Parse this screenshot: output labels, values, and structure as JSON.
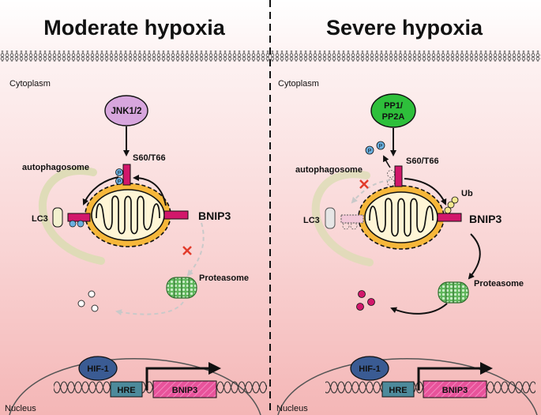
{
  "panels": [
    {
      "title": "Moderate hypoxia",
      "cytoplasm_label": "Cytoplasm",
      "kinase_label": [
        "JNK1/2"
      ],
      "site_label": "S60/T66",
      "autophagosome_label": "autophagosome",
      "lc3_label": "LC3",
      "bnip3_label": "BNIP3",
      "proteasome_label": "Proteasome",
      "hif_label": "HIF-1",
      "hre_label": "HRE",
      "gene_label": "BNIP3",
      "nucleus_label": "Nucleus"
    },
    {
      "title": "Severe hypoxia",
      "cytoplasm_label": "Cytoplasm",
      "kinase_label": [
        "PP1/",
        "PP2A"
      ],
      "site_label": "S60/T66",
      "autophagosome_label": "autophagosome",
      "lc3_label": "LC3",
      "bnip3_label": "BNIP3",
      "ub_label": "Ub",
      "proteasome_label": "Proteasome",
      "hif_label": "HIF-1",
      "hre_label": "HRE",
      "gene_label": "BNIP3",
      "nucleus_label": "Nucleus"
    }
  ],
  "phospho_symbol": "P",
  "colors": {
    "jnk": "#d7a6dd",
    "pp1": "#2ebf3b",
    "bnip3": "#d2176b",
    "mito_outer": "#f6b73a",
    "phospho": "#6ab0e0",
    "proteasome": "#6dbd6a",
    "hif": "#3a5b93",
    "hre": "#4d8a9b",
    "gene": "#e8539b"
  }
}
